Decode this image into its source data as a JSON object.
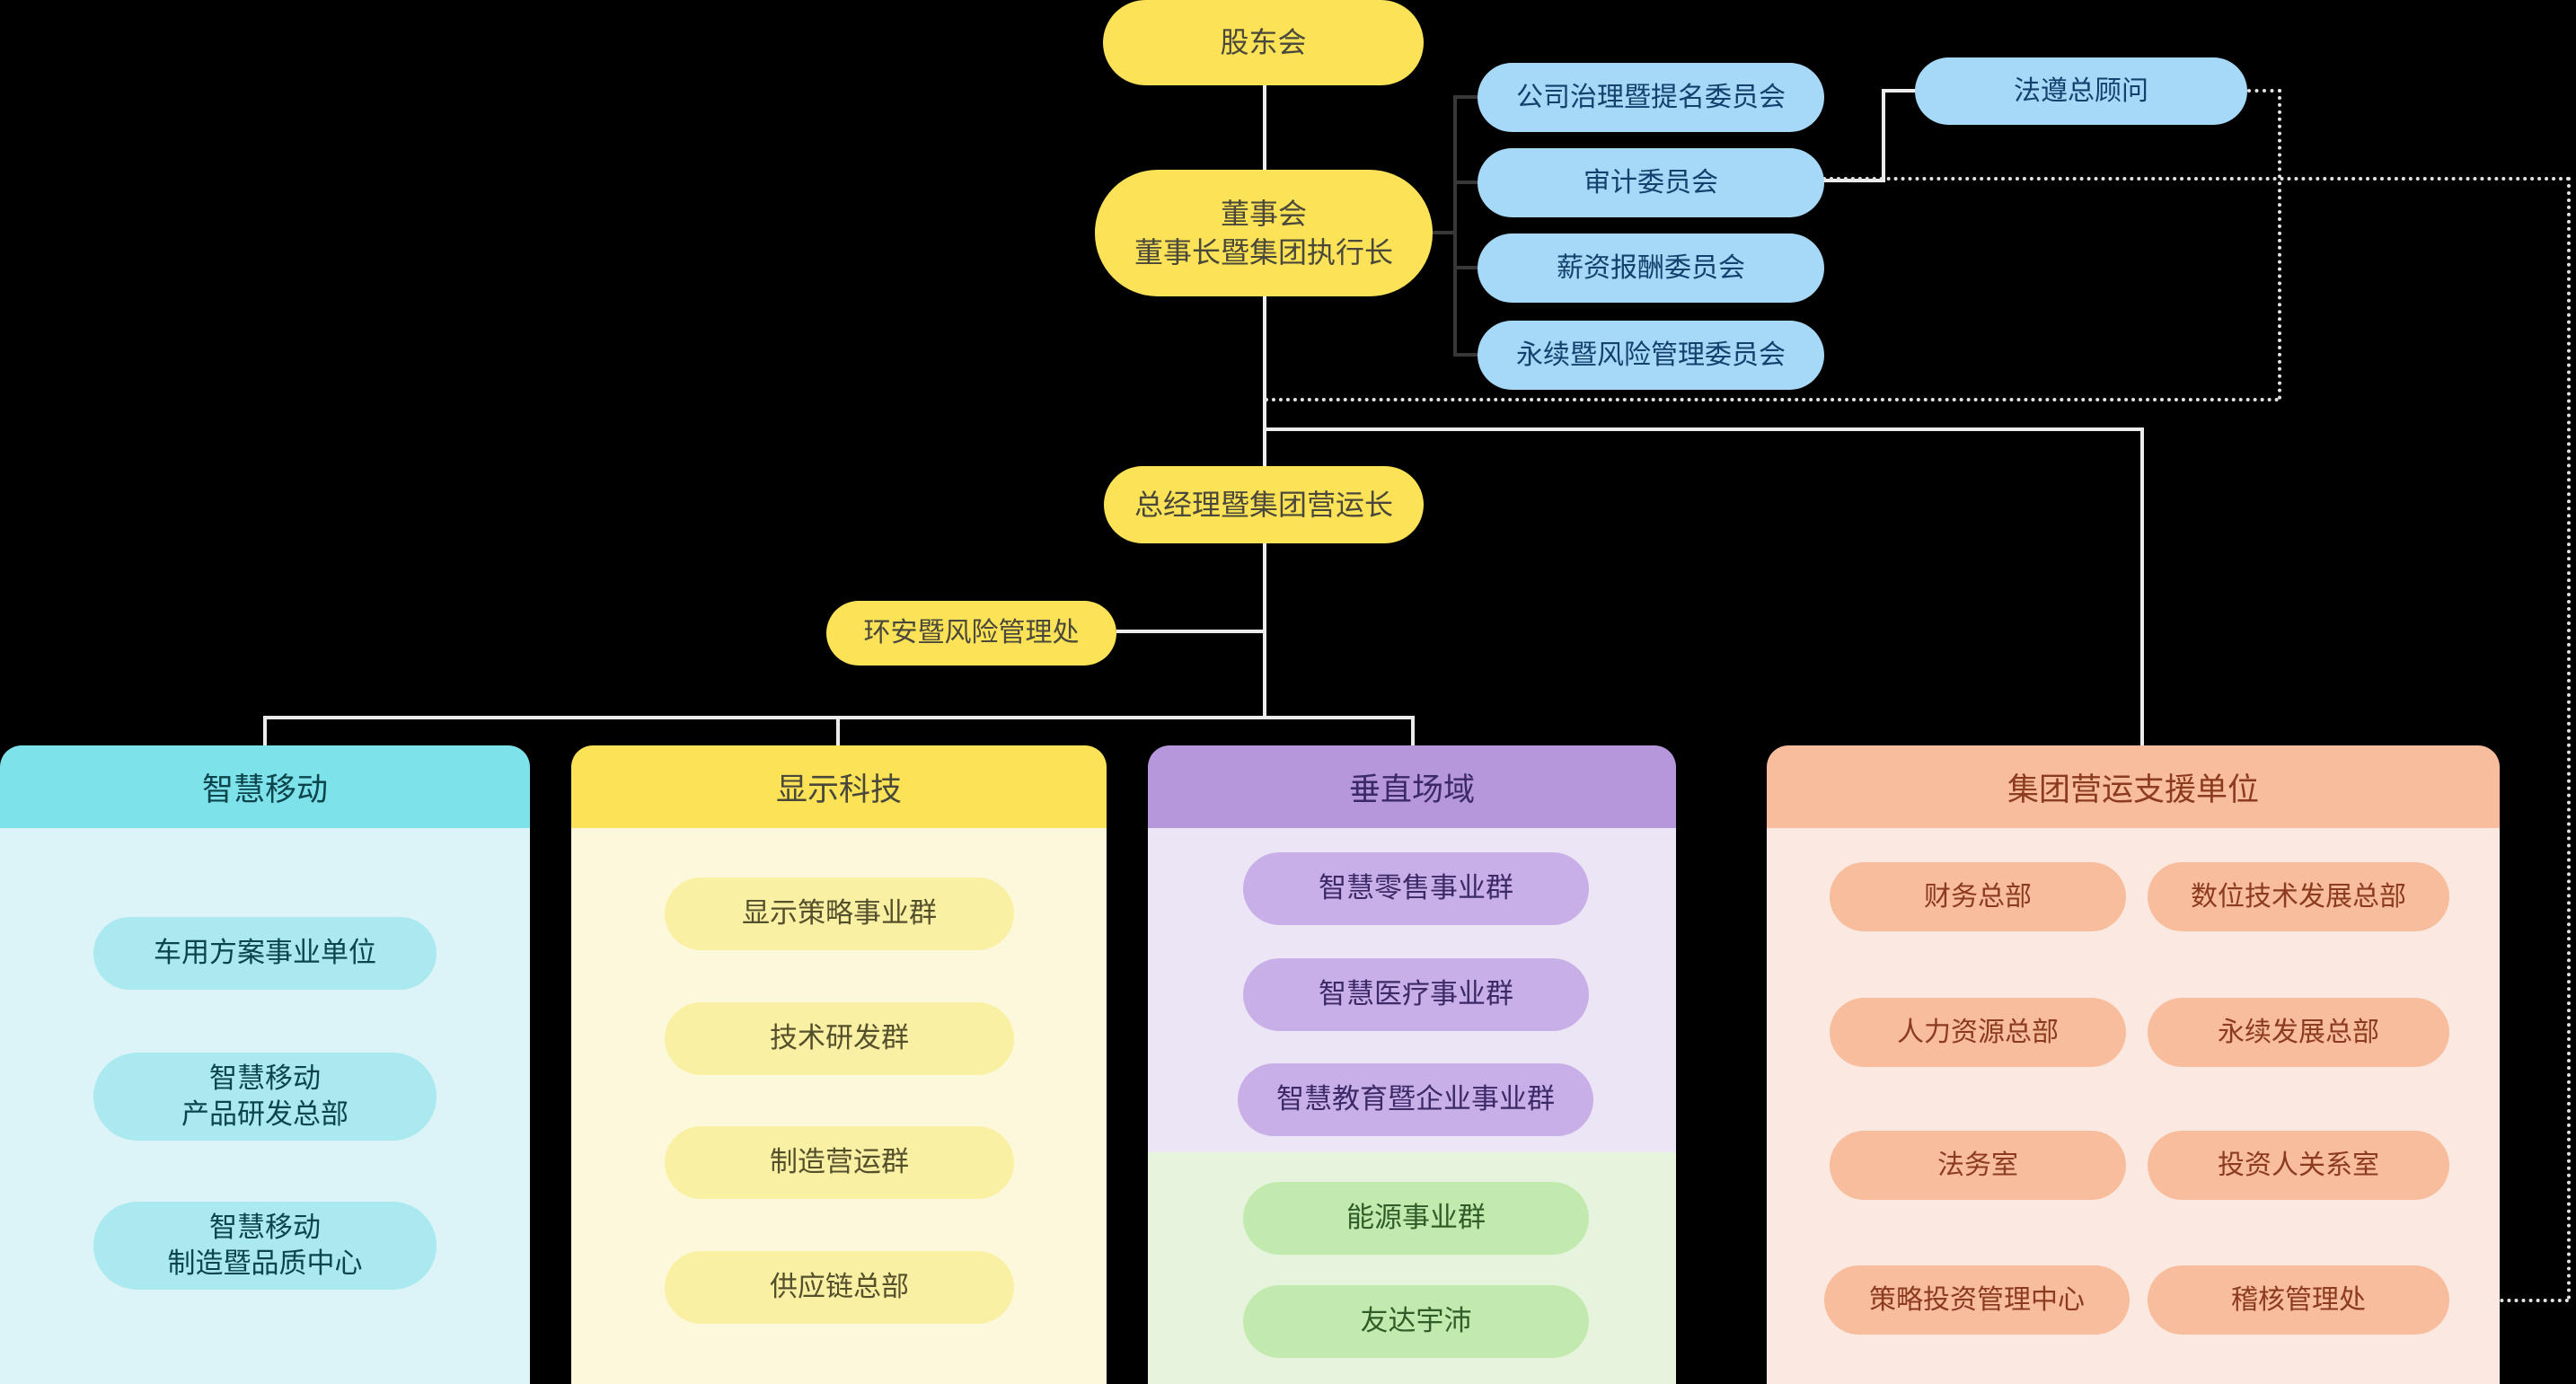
{
  "colors": {
    "background": "#000000",
    "connector_line": "#ececec",
    "bracket_line": "#383838",
    "node_yellow": "#FBE257",
    "node_blue": "#A6D9F7",
    "smart_mobility_header": "#7EE2EA",
    "smart_mobility_body": "#DCF4F8",
    "smart_mobility_pill": "#A9E9EF",
    "display_tech_header": "#FBE257",
    "display_tech_body": "#FCF8DC",
    "display_tech_pill": "#FAF0A4",
    "vertical_fields_header": "#B697DC",
    "vertical_fields_body": "#EBE5F5",
    "vertical_fields_pill": "#C9AFE8",
    "energy_body": "#E6F4DE",
    "energy_pill": "#C2EAAE",
    "support_header": "#F8BD9C",
    "support_body": "#FBE9E1",
    "support_pill": "#F8BD9C"
  },
  "nodes": {
    "shareholders": "股东会",
    "board": "董事会\n董事长暨集团执行长",
    "committees": [
      "公司治理暨提名委员会",
      "审计委员会",
      "薪资报酬委员会",
      "永续暨风险管理委员会"
    ],
    "chief_compliance": "法遵总顾问",
    "president": "总经理暨集团营运长",
    "ehs_risk": "环安暨风险管理处"
  },
  "divisions": {
    "smart_mobility": {
      "header": "智慧移动",
      "items": [
        "车用方案事业单位",
        "智慧移动\n产品研发总部",
        "智慧移动\n制造暨品质中心"
      ]
    },
    "display_tech": {
      "header": "显示科技",
      "items": [
        "显示策略事业群",
        "技术研发群",
        "制造营运群",
        "供应链总部"
      ]
    },
    "vertical_fields": {
      "header": "垂直场域",
      "items": [
        "智慧零售事业群",
        "智慧医疗事业群",
        "智慧教育暨企业事业群"
      ],
      "energy_items": [
        "能源事业群",
        "友达宇沛"
      ]
    },
    "group_support": {
      "header": "集团营运支援单位",
      "left_items": [
        "财务总部",
        "人力资源总部",
        "法务室",
        "策略投资管理中心"
      ],
      "right_items": [
        "数位技术发展总部",
        "永续发展总部",
        "投资人关系室",
        "稽核管理处"
      ]
    }
  }
}
